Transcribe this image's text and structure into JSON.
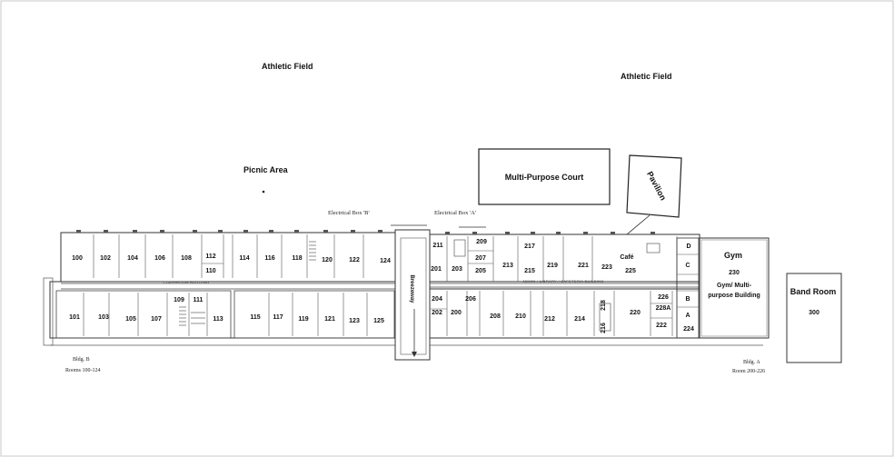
{
  "labels": {
    "athletic_field_left": "Athletic Field",
    "athletic_field_right": "Athletic Field",
    "picnic_area": "Picnic Area",
    "multi_purpose_court": "Multi-Purpose Court",
    "pavilion": "Pavilion",
    "electrical_box_b": "Electrical Box 'B'",
    "electrical_box_a": "Electrical Box 'A'",
    "gym": "Gym",
    "gym_number": "230",
    "gym_building_line1": "Gym/ Multi-",
    "gym_building_line2": "purpose Building",
    "band_room": "Band Room",
    "band_room_number": "300",
    "breezeway": "Breezeway",
    "bldg_b": "Bldg. B",
    "bldg_b_rooms": "Rooms 100-124",
    "bldg_a": "Bldg. A",
    "bldg_a_rooms": "Room 200-226",
    "classroom_building": "CLASSROOM BUILDING",
    "admin_building": "ADMIN / LIBRARY / CAFETERIA BUILDING",
    "cafe": "Café"
  },
  "rooms": {
    "r100": "100",
    "r101": "101",
    "r102": "102",
    "r103": "103",
    "r104": "104",
    "r105": "105",
    "r106": "106",
    "r107": "107",
    "r108": "108",
    "r109": "109",
    "r110": "110",
    "r111": "111",
    "r112": "112",
    "r113": "113",
    "r114": "114",
    "r115": "115",
    "r116": "116",
    "r117": "117",
    "r118": "118",
    "r119": "119",
    "r120": "120",
    "r121": "121",
    "r122": "122",
    "r123": "123",
    "r124": "124",
    "r125": "125",
    "r200": "200",
    "r201": "201",
    "r202": "202",
    "r203": "203",
    "r204": "204",
    "r205": "205",
    "r206": "206",
    "r207": "207",
    "r208": "208",
    "r209": "209",
    "r210": "210",
    "r211": "211",
    "r212": "212",
    "r213": "213",
    "r214": "214",
    "r215": "215",
    "r216": "216",
    "r217": "217",
    "r218": "218",
    "r219": "219",
    "r220": "220",
    "r221": "221",
    "r222": "222",
    "r223": "223",
    "r224": "224",
    "r225": "225",
    "r226": "226",
    "r228": "228A",
    "rA": "A",
    "rB": "B",
    "rC": "C",
    "rD": "D"
  }
}
